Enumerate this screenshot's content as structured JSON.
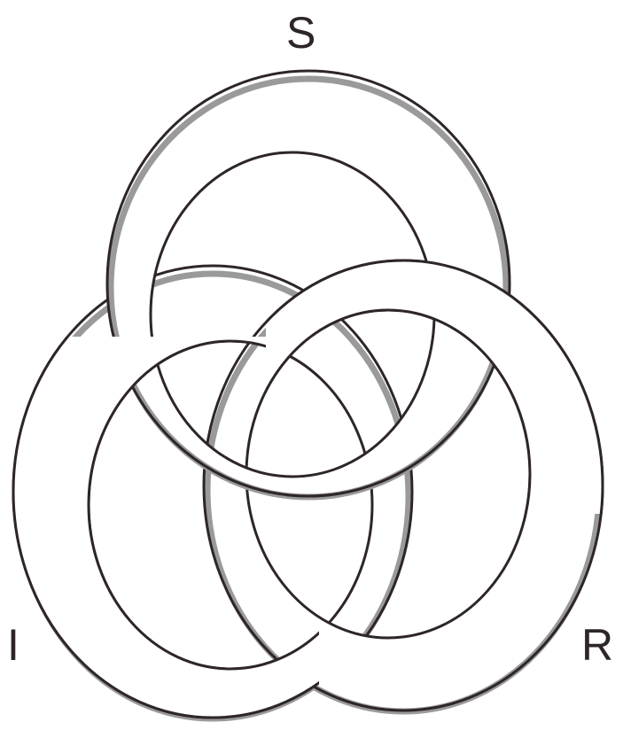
{
  "labels": {
    "top": "S",
    "bottom_left": "I",
    "bottom_right": "R"
  },
  "rings": [
    {
      "name": "ring-s",
      "label": "S"
    },
    {
      "name": "ring-i",
      "label": "I"
    },
    {
      "name": "ring-r",
      "label": "R"
    }
  ],
  "colors": {
    "ink": "#2e2626",
    "band": "#ffffff",
    "shading": "#9a9a9a"
  }
}
